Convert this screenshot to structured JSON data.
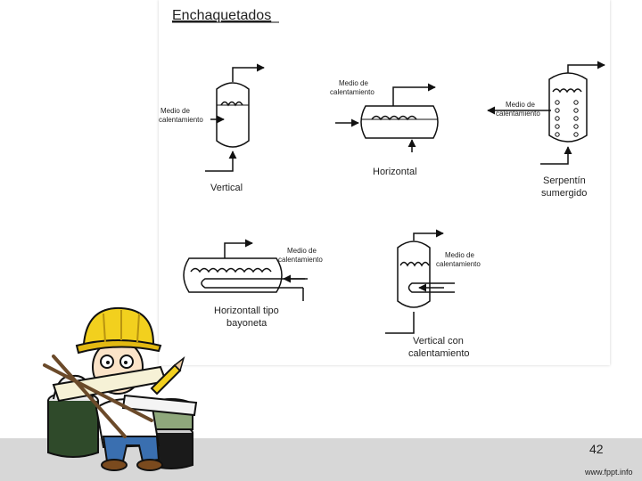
{
  "title": "Enchaquetados",
  "medium_label_line1": "Medio de",
  "medium_label_line2": "calentamiento",
  "diagrams": {
    "vertical": {
      "caption": "Vertical"
    },
    "horizontal": {
      "caption": "Horizontal"
    },
    "serpentin": {
      "caption_line1": "Serpentín",
      "caption_line2": "sumergido"
    },
    "bayoneta": {
      "caption_line1": "Horizontall tipo",
      "caption_line2": "bayoneta"
    },
    "vertical_calentamiento": {
      "caption_line1": "Vertical con",
      "caption_line2": "calentamiento"
    }
  },
  "footer": {
    "page_number": "42",
    "brand": "www.fppt.info"
  },
  "colors": {
    "footer_band": "#d7d7d7",
    "line": "#111111",
    "helmet": "#f2d01e"
  }
}
